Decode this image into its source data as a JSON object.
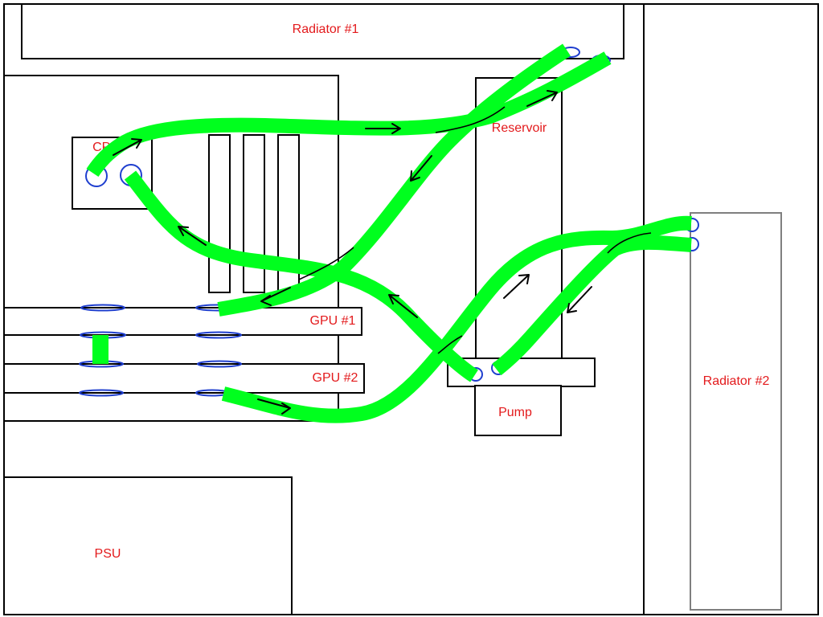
{
  "labels": {
    "radiator1": "Radiator #1",
    "radiator2": "Radiator #2",
    "cpu": "CPU",
    "reservoir": "Reservoir",
    "gpu1": "GPU #1",
    "gpu2": "GPU #2",
    "pump": "Pump",
    "psu": "PSU"
  },
  "colors": {
    "tubing": "#00ff1e",
    "label_text": "#e31a1c",
    "ports": "#1f3fcf",
    "outline": "#000000",
    "radiator2_outline": "#7f7f7f"
  }
}
